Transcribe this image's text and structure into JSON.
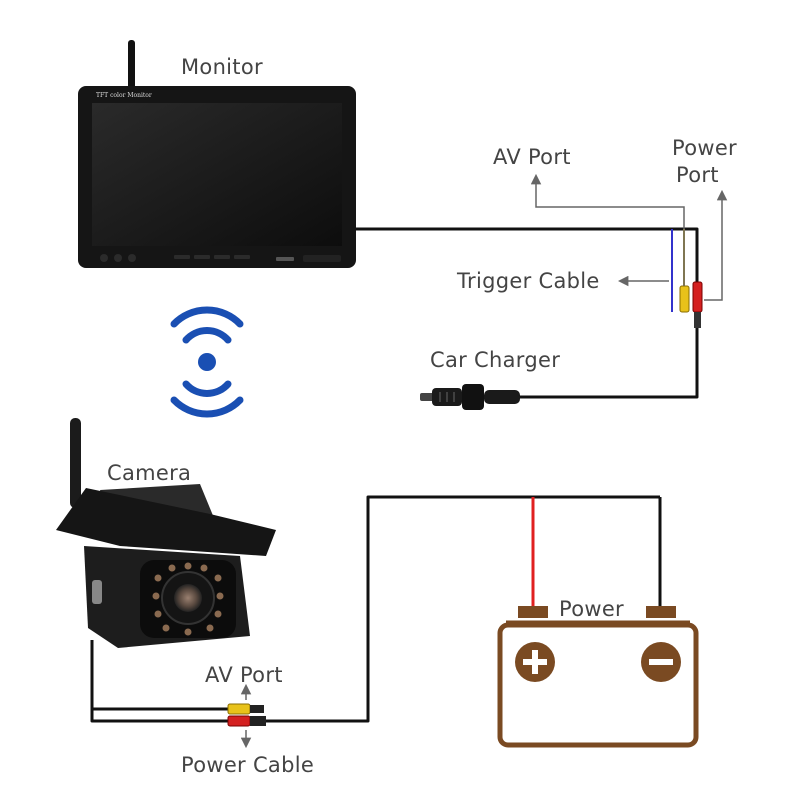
{
  "labels": {
    "monitor": "Monitor",
    "monitor_brand": "TFT color Monitor",
    "av_port_top": "AV Port",
    "power_port_line1": "Power",
    "power_port_line2": "Port",
    "trigger_cable": "Trigger Cable",
    "car_charger": "Car Charger",
    "camera": "Camera",
    "power": "Power",
    "av_port_bottom": "AV Port",
    "power_cable": "Power Cable"
  },
  "colors": {
    "wire": "#111111",
    "label": "#444444",
    "wireless_signal": "#1a4fb3",
    "battery_outline": "#7a4a22",
    "battery_terminal": "#7a4a22",
    "positive_wire": "#e02020",
    "trigger_wire": "#3333cc",
    "av_connector": "#e8c21a",
    "power_connector": "#d42020"
  },
  "icons": [
    "wireless-signal-icon",
    "battery-positive-icon",
    "battery-negative-icon"
  ]
}
